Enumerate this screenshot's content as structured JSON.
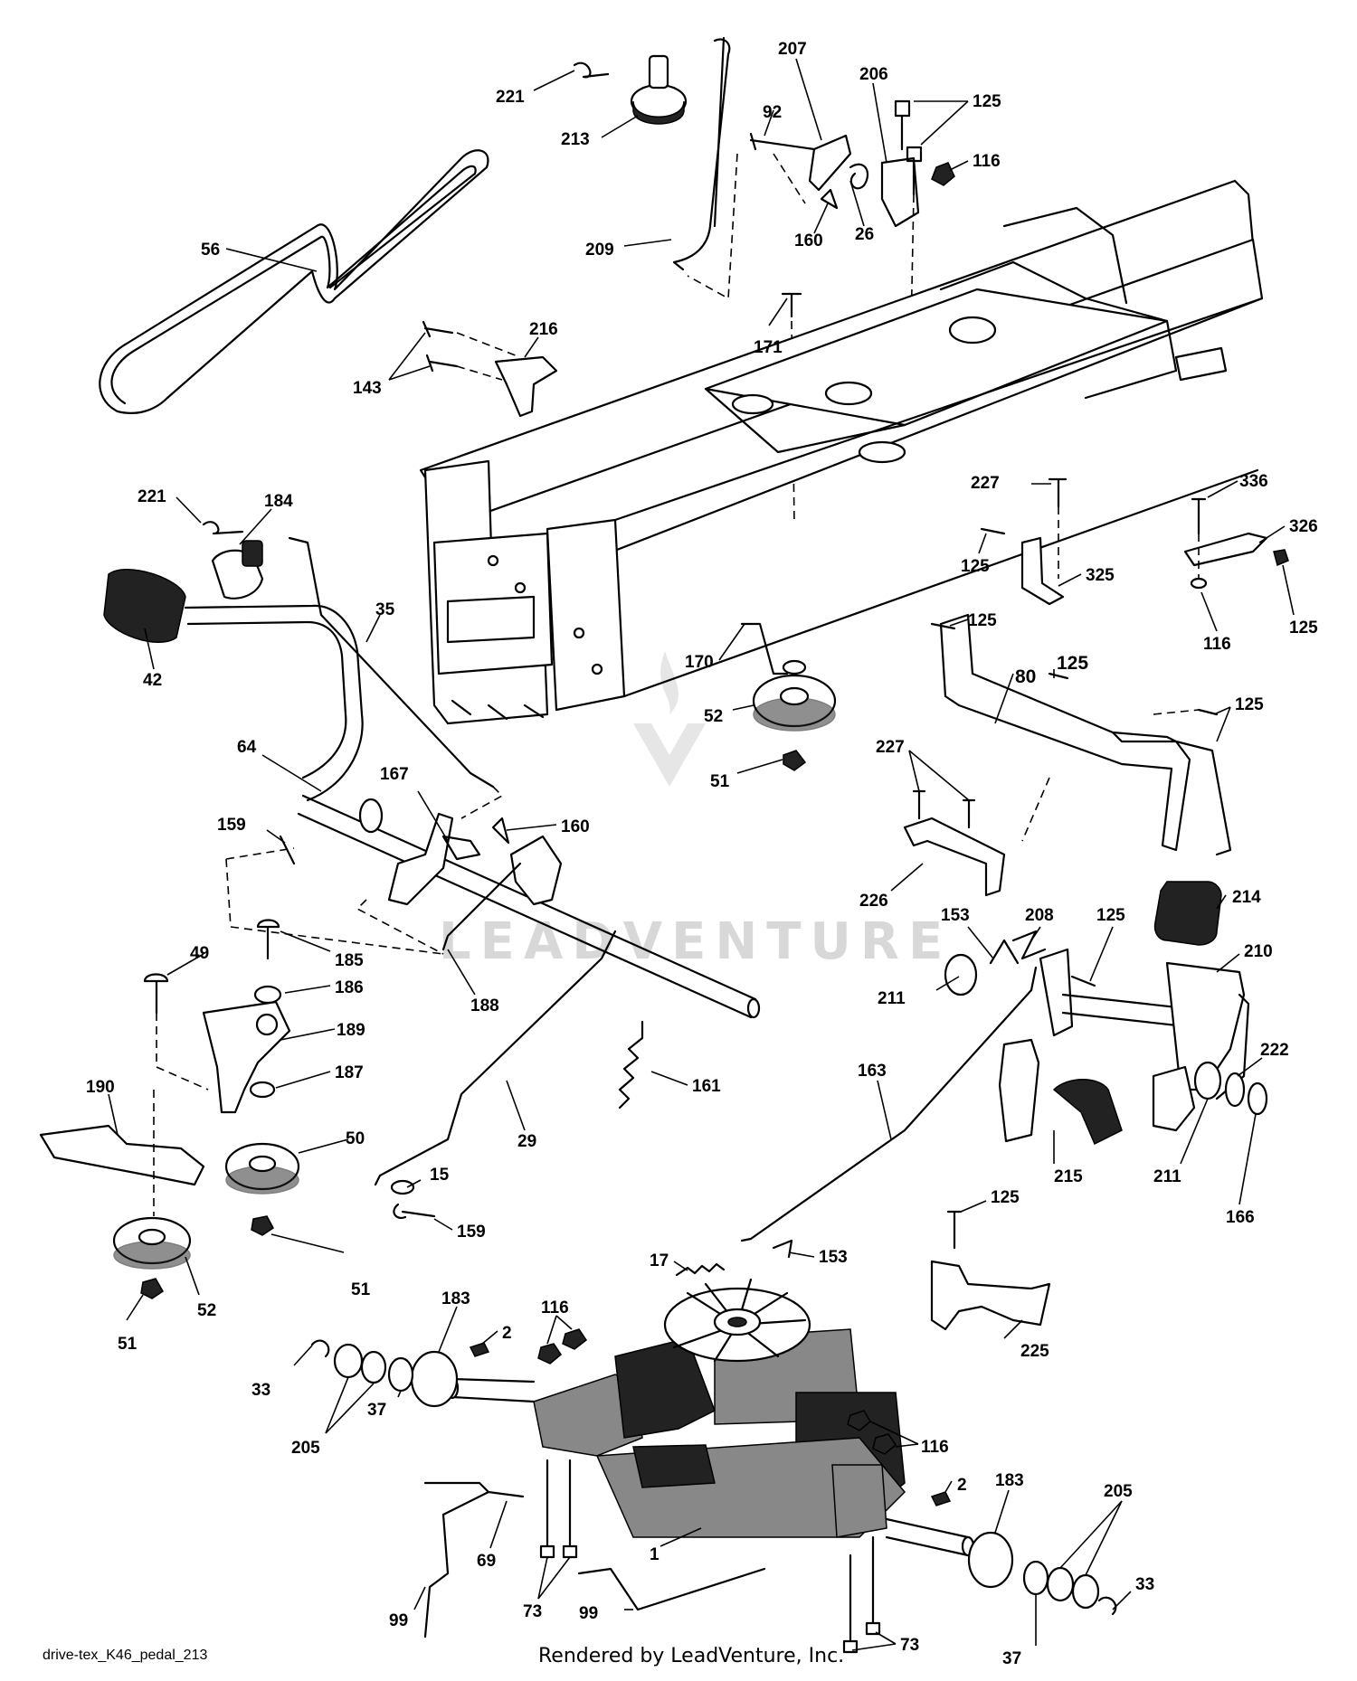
{
  "diagram": {
    "drawing_code": "drive-tex_K46_pedal_213",
    "render_credit": "Rendered by LeadVenture, Inc.",
    "watermark_text": "LEADVENTURE",
    "callouts": {
      "c221a": "221",
      "c213": "213",
      "c207": "207",
      "c206": "206",
      "c125a": "125",
      "c92": "92",
      "c116a": "116",
      "c56": "56",
      "c160a": "160",
      "c26": "26",
      "c209": "209",
      "c171": "171",
      "c216": "216",
      "c143": "143",
      "c221b": "221",
      "c184": "184",
      "c35": "35",
      "c42": "42",
      "c227a": "227",
      "c336": "336",
      "c326": "326",
      "c125b": "125",
      "c325": "325",
      "c116b": "116",
      "c125c": "125",
      "c170": "170",
      "c125d": "125",
      "c80": "80",
      "c125e": "125",
      "c125f": "125",
      "c52a": "52",
      "c64": "64",
      "c227b": "227",
      "c51a": "51",
      "c167": "167",
      "c160b": "160",
      "c159a": "159",
      "c226": "226",
      "c153a": "153",
      "c208": "208",
      "c125g": "125",
      "c214": "214",
      "c49": "49",
      "c185": "185",
      "c188": "188",
      "c210": "210",
      "c186": "186",
      "c211a": "211",
      "c189": "189",
      "c222": "222",
      "c187": "187",
      "c161": "161",
      "c163": "163",
      "c190": "190",
      "c50": "50",
      "c29": "29",
      "c215": "215",
      "c211b": "211",
      "c15": "15",
      "c166": "166",
      "c159b": "159",
      "c125h": "125",
      "c51b": "51",
      "c52b": "52",
      "c153b": "153",
      "c17": "17",
      "c51c": "51",
      "c183a": "183",
      "c225": "225",
      "c116c": "116",
      "c2a": "2",
      "c33a": "33",
      "c37a": "37",
      "c205a": "205",
      "c116d": "116",
      "c2b": "2",
      "c183b": "183",
      "c205b": "205",
      "c69": "69",
      "c1": "1",
      "c73a": "73",
      "c99a": "99",
      "c33b": "33",
      "c99b": "99",
      "c37b": "37",
      "c73b": "73"
    }
  }
}
